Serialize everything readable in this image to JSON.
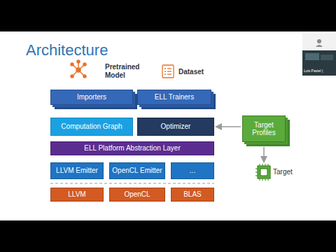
{
  "diagram": {
    "title": "Architecture",
    "nodes": [
      {
        "text": [
          "Importers"
        ]
      },
      {
        "text": [
          "ELL Trainers"
        ]
      },
      {
        "text": [
          "Computation Graph"
        ]
      },
      {
        "text": [
          "Optimizer"
        ]
      },
      {
        "text": [
          "Target Profiles"
        ]
      },
      {
        "text": [
          "ELL Platform Abstraction Layer"
        ]
      },
      {
        "text": [
          "LLVM Emitter"
        ]
      },
      {
        "text": [
          "OpenCL Emitter"
        ]
      },
      {
        "text": [
          "..."
        ]
      },
      {
        "text": [
          "LLVM"
        ]
      },
      {
        "text": [
          "OpenCL"
        ]
      },
      {
        "text": [
          "BLAS"
        ]
      }
    ],
    "edges": [
      {
        "from": 4,
        "to": 3,
        "arrow": "to"
      }
    ],
    "labels": [
      "Pretrained Model",
      "Dataset",
      "Target",
      "Luis Pastel ("
    ]
  }
}
